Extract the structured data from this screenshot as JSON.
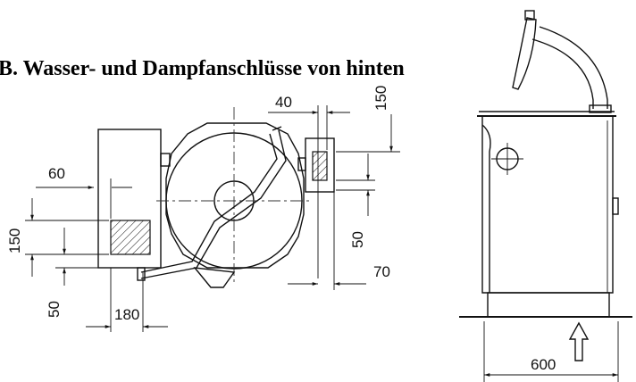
{
  "title": "B. Wasser- und Dampfanschlüsse von hinten",
  "dimensions": {
    "d60": "60",
    "d150_left": "150",
    "d50_left": "50",
    "d180": "180",
    "d40": "40",
    "d150_top": "150",
    "d50_right": "50",
    "d70": "70",
    "d600": "600"
  }
}
